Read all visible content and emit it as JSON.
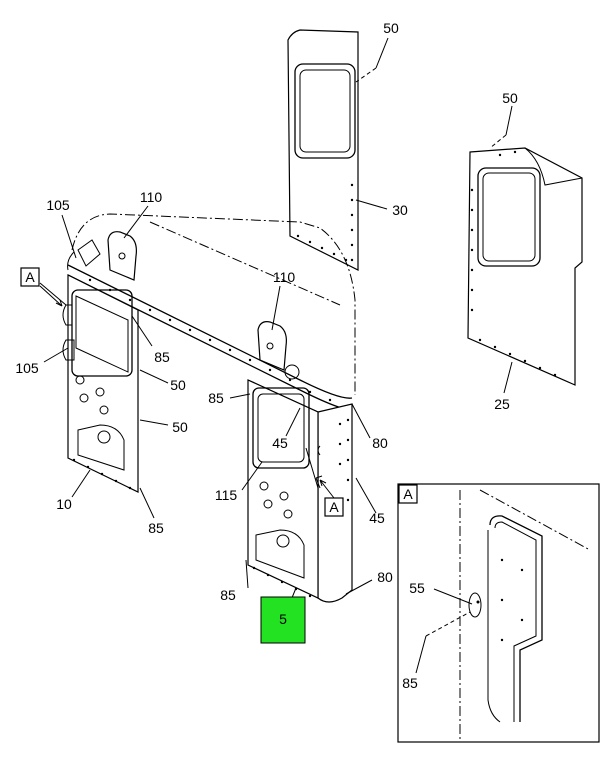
{
  "callouts": {
    "c50a": "50",
    "c50b": "50",
    "c30": "30",
    "c25": "25",
    "c105a": "105",
    "c110a": "110",
    "c110b": "110",
    "c105b": "105",
    "c85a": "85",
    "c50c": "50",
    "c50d": "50",
    "c85b": "85",
    "c45a": "45",
    "c80a": "80",
    "c115": "115",
    "c45b": "45",
    "c10": "10",
    "c85c": "85",
    "c85d": "85",
    "c80b": "80",
    "c5": "5",
    "c55": "55",
    "c85e": "85"
  },
  "view_refs": {
    "ref_left": "A",
    "ref_mid": "A",
    "ref_detail": "A"
  },
  "highlight_color": "#22e222"
}
